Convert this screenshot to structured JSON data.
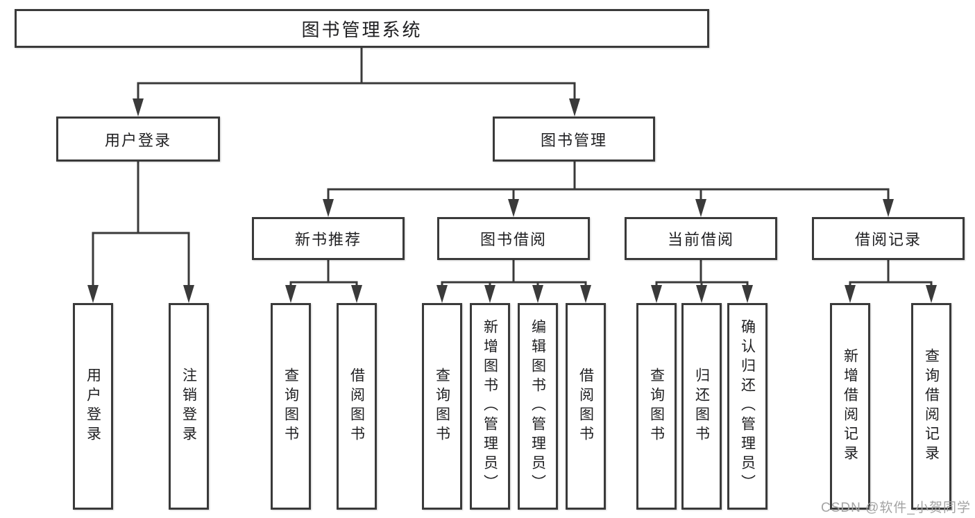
{
  "title": "图书管理系统",
  "watermark": "CSDN @软件_小贺同学",
  "colors": {
    "background": "#ffffff",
    "line": "#3a3a3a",
    "box_border": "#3a3a3a",
    "text": "#1f1f21",
    "watermark": "#a3a3a3"
  },
  "diagram": {
    "type": "hierarchy-tree",
    "root_label": "图书管理系统",
    "nodes": [
      {
        "id": "root",
        "label": "图书管理系统",
        "level": 1,
        "parent": null
      },
      {
        "id": "login-module",
        "label": "用户登录",
        "level": 2,
        "parent": "root"
      },
      {
        "id": "book-module",
        "label": "图书管理",
        "level": 2,
        "parent": "root"
      },
      {
        "id": "new-rec",
        "label": "新书推荐",
        "level": 3,
        "parent": "book-module"
      },
      {
        "id": "borrow",
        "label": "图书借阅",
        "level": 3,
        "parent": "book-module"
      },
      {
        "id": "current",
        "label": "当前借阅",
        "level": 3,
        "parent": "book-module"
      },
      {
        "id": "records",
        "label": "借阅记录",
        "level": 3,
        "parent": "book-module"
      },
      {
        "id": "user-login",
        "label": "用户登录",
        "level": 3,
        "parent": "login-module"
      },
      {
        "id": "logout",
        "label": "注销登录",
        "level": 3,
        "parent": "login-module"
      },
      {
        "id": "rec-query",
        "label": "查询图书",
        "level": 4,
        "parent": "new-rec"
      },
      {
        "id": "rec-borrow",
        "label": "借阅图书",
        "level": 4,
        "parent": "new-rec"
      },
      {
        "id": "bor-query",
        "label": "查询图书",
        "level": 4,
        "parent": "borrow"
      },
      {
        "id": "bor-add",
        "label": "新增图书（管理员）",
        "level": 4,
        "parent": "borrow"
      },
      {
        "id": "bor-edit",
        "label": "编辑图书（管理员）",
        "level": 4,
        "parent": "borrow"
      },
      {
        "id": "bor-borrow",
        "label": "借阅图书",
        "level": 4,
        "parent": "borrow"
      },
      {
        "id": "cur-query",
        "label": "查询图书",
        "level": 4,
        "parent": "current"
      },
      {
        "id": "cur-return",
        "label": "归还图书",
        "level": 4,
        "parent": "current"
      },
      {
        "id": "cur-confirm",
        "label": "确认归还（管理员）",
        "level": 4,
        "parent": "current"
      },
      {
        "id": "recd-add",
        "label": "新增借阅记录",
        "level": 4,
        "parent": "records"
      },
      {
        "id": "recd-query",
        "label": "查询借阅记录",
        "level": 4,
        "parent": "records"
      }
    ]
  }
}
